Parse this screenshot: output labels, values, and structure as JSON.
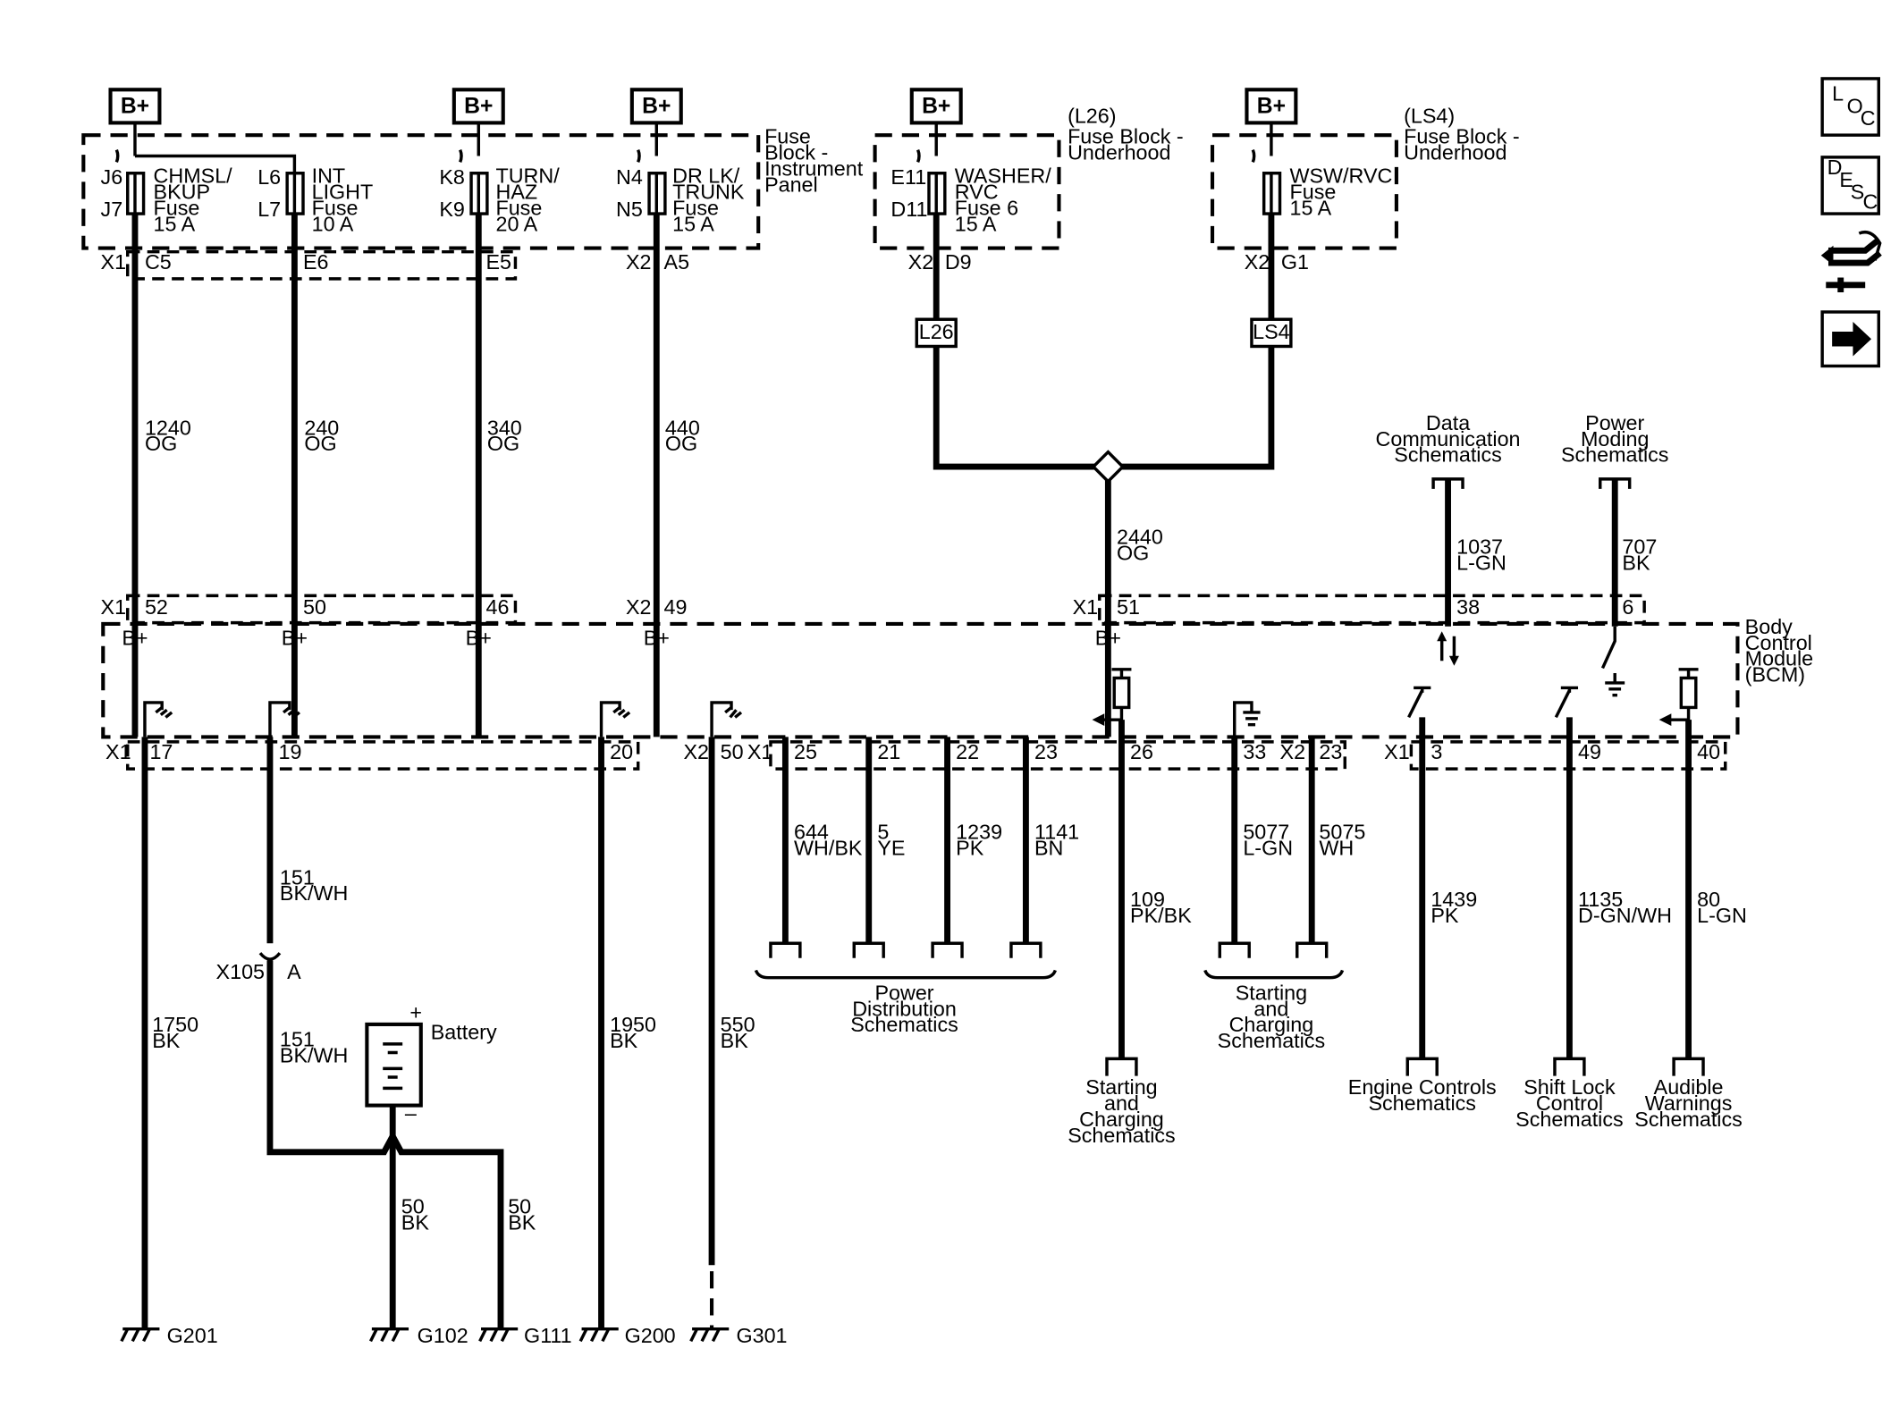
{
  "power": {
    "b_plus": "B+"
  },
  "fuse_blocks": {
    "ip": {
      "label": [
        "Fuse",
        "Block -",
        "Instrument",
        "Panel"
      ]
    },
    "l26": {
      "option": "(L26)",
      "label": [
        "Fuse Block -",
        "Underhood"
      ]
    },
    "ls4": {
      "option": "(LS4)",
      "label": [
        "Fuse Block -",
        "Underhood"
      ]
    }
  },
  "fuses": [
    {
      "pins": [
        "J6",
        "J7"
      ],
      "name": [
        "CHMSL/",
        "BKUP",
        "Fuse",
        "15 A"
      ],
      "conn": "X1",
      "cav": "C5"
    },
    {
      "pins": [
        "L6",
        "L7"
      ],
      "name": [
        "INT",
        "LIGHT",
        "Fuse",
        "10 A"
      ],
      "conn": "",
      "cav": "E6"
    },
    {
      "pins": [
        "K8",
        "K9"
      ],
      "name": [
        "TURN/",
        "HAZ",
        "Fuse",
        "20 A"
      ],
      "conn": "",
      "cav": "E5"
    },
    {
      "pins": [
        "N4",
        "N5"
      ],
      "name": [
        "DR LK/",
        "TRUNK",
        "Fuse",
        "15 A"
      ],
      "conn": "X2",
      "cav": "A5"
    },
    {
      "pins": [
        "E11",
        "D11"
      ],
      "name": [
        "WASHER/",
        "RVC",
        "Fuse 6",
        "15 A"
      ],
      "conn": "X2",
      "cav": "D9"
    },
    {
      "pins": [
        "",
        ""
      ],
      "name": [
        "WSW/RVC",
        "Fuse",
        "15 A"
      ],
      "conn": "X2",
      "cav": "G1"
    }
  ],
  "options": {
    "l26": "L26",
    "ls4": "LS4"
  },
  "wires_top": [
    {
      "circuit": "1240",
      "color": "OG"
    },
    {
      "circuit": "240",
      "color": "OG"
    },
    {
      "circuit": "340",
      "color": "OG"
    },
    {
      "circuit": "440",
      "color": "OG"
    },
    {
      "circuit": "2440",
      "color": "OG"
    },
    {
      "circuit": "1037",
      "color": "L-GN"
    },
    {
      "circuit": "707",
      "color": "BK"
    }
  ],
  "bcm_top_pins": [
    {
      "conn": "X1",
      "pin": "52"
    },
    {
      "conn": "",
      "pin": "50"
    },
    {
      "conn": "",
      "pin": "46"
    },
    {
      "conn": "X2",
      "pin": "49"
    },
    {
      "conn": "X1",
      "pin": "51"
    },
    {
      "conn": "",
      "pin": "38"
    },
    {
      "conn": "",
      "pin": "6"
    }
  ],
  "bcm": {
    "label": [
      "Body",
      "Control",
      "Module",
      "(BCM)"
    ]
  },
  "refs_top": {
    "data": [
      "Data",
      "Communication",
      "Schematics"
    ],
    "power_moding": [
      "Power",
      "Moding",
      "Schematics"
    ]
  },
  "bcm_bottom_pins": [
    {
      "conn": "X1",
      "pin": "17"
    },
    {
      "conn": "",
      "pin": "19"
    },
    {
      "conn": "",
      "pin": "20"
    },
    {
      "conn": "X2",
      "pin": "50"
    },
    {
      "conn": "X1",
      "pin": "25"
    },
    {
      "conn": "",
      "pin": "21"
    },
    {
      "conn": "",
      "pin": "22"
    },
    {
      "conn": "",
      "pin": "23"
    },
    {
      "conn": "",
      "pin": "26"
    },
    {
      "conn": "",
      "pin": "33"
    },
    {
      "conn": "X2",
      "pin": "23"
    },
    {
      "conn": "X1",
      "pin": "3"
    },
    {
      "conn": "",
      "pin": "49"
    },
    {
      "conn": "",
      "pin": "40"
    }
  ],
  "wires_bottom": [
    {
      "circuit": "1750",
      "color": "BK"
    },
    {
      "circuit": "151",
      "color": "BK/WH"
    },
    {
      "circuit": "151",
      "color": "BK/WH"
    },
    {
      "circuit": "1950",
      "color": "BK"
    },
    {
      "circuit": "550",
      "color": "BK"
    },
    {
      "circuit": "644",
      "color": "WH/BK"
    },
    {
      "circuit": "5",
      "color": "YE"
    },
    {
      "circuit": "1239",
      "color": "PK"
    },
    {
      "circuit": "1141",
      "color": "BN"
    },
    {
      "circuit": "109",
      "color": "PK/BK"
    },
    {
      "circuit": "5077",
      "color": "L-GN"
    },
    {
      "circuit": "5075",
      "color": "WH"
    },
    {
      "circuit": "1439",
      "color": "PK"
    },
    {
      "circuit": "1135",
      "color": "D-GN/WH"
    },
    {
      "circuit": "80",
      "color": "L-GN"
    },
    {
      "circuit": "50",
      "color": "BK"
    },
    {
      "circuit": "50",
      "color": "BK"
    }
  ],
  "inline": {
    "name": "X105",
    "pin": "A"
  },
  "battery": {
    "label": "Battery",
    "plus": "+",
    "minus": "–"
  },
  "refs_bottom": {
    "power_distribution": [
      "Power",
      "Distribution",
      "Schematics"
    ],
    "starting_1": [
      "Starting",
      "and",
      "Charging",
      "Schematics"
    ],
    "starting_2": [
      "Starting",
      "and",
      "Charging",
      "Schematics"
    ],
    "engine": [
      "Engine Controls",
      "Schematics"
    ],
    "shift": [
      "Shift Lock",
      "Control",
      "Schematics"
    ],
    "audible": [
      "Audible",
      "Warnings",
      "Schematics"
    ]
  },
  "grounds": [
    "G201",
    "G102",
    "G111",
    "G200",
    "G301"
  ],
  "nav": {
    "loc": {
      "l": "L",
      "o": "O",
      "c": "C"
    },
    "desc": {
      "d": "D",
      "e": "E",
      "s": "S",
      "c": "C"
    },
    "components_icon": "connector-wrench-icon",
    "next_icon": "right-arrow-icon"
  }
}
